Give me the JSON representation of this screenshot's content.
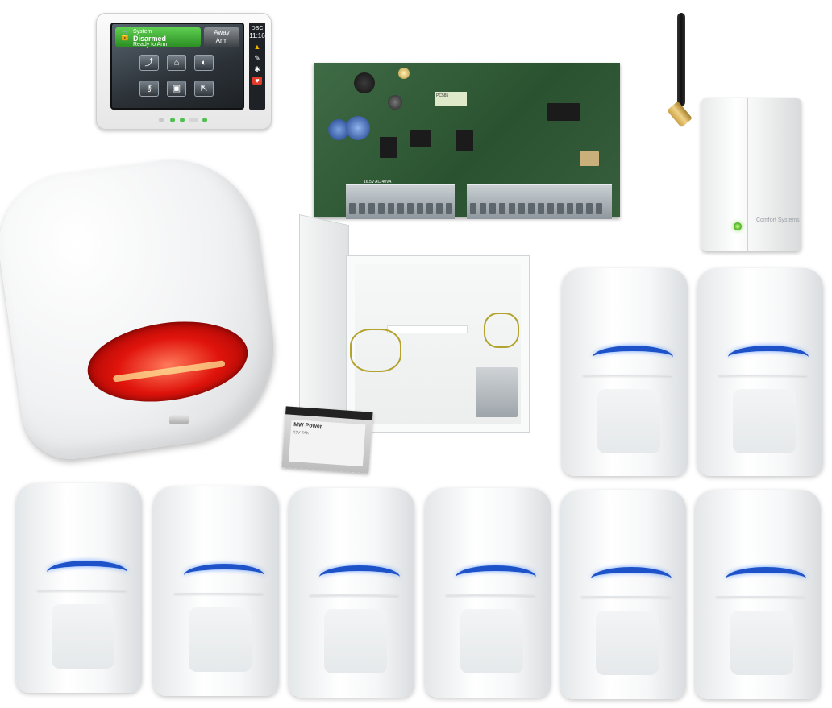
{
  "keypad": {
    "status_title": "System",
    "status_label": "Disarmed",
    "status_sub": "Ready to Arm",
    "away_label": "Away",
    "away_sub": "Arm",
    "brand": "DSC",
    "time": "11:16"
  },
  "pcb": {
    "model": "PC585",
    "power_label": "16.5V AC 40VA"
  },
  "gsm": {
    "brand": "Comfort Systems"
  },
  "battery": {
    "brand": "MW Power",
    "spec": "12V 7Ah"
  },
  "detector_color": "#1e52c8",
  "siren_color": "#e0140c"
}
